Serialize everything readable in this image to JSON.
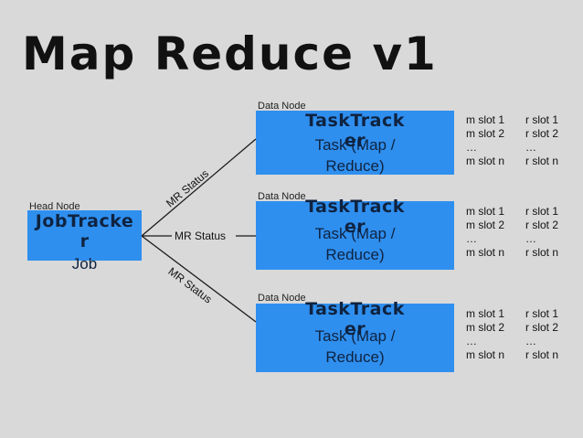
{
  "title": "Map Reduce v1",
  "head_node": {
    "label": "Head Node",
    "box_title": "JobTracke\nr",
    "box_sub": "Job"
  },
  "data_nodes": [
    {
      "label": "Data Node",
      "box_title": "TaskTrack\ner",
      "box_sub": "Task (Map /\nReduce)",
      "slots": [
        [
          "m slot 1",
          "r slot 1"
        ],
        [
          "m slot 2",
          "r slot 2"
        ],
        [
          "…",
          "…"
        ],
        [
          "m slot n",
          "r slot n"
        ]
      ]
    },
    {
      "label": "Data Node",
      "box_title": "TaskTrack\ner",
      "box_sub": "Task (Map /\nReduce)",
      "slots": [
        [
          "m slot 1",
          "r slot 1"
        ],
        [
          "m slot 2",
          "r slot 2"
        ],
        [
          "…",
          "…"
        ],
        [
          "m slot n",
          "r slot n"
        ]
      ]
    },
    {
      "label": "Data Node",
      "box_title": "TaskTrack\ner",
      "box_sub": "Task (Map /\nReduce)",
      "slots": [
        [
          "m slot 1",
          "r slot 1"
        ],
        [
          "m slot 2",
          "r slot 2"
        ],
        [
          "…",
          "…"
        ],
        [
          "m slot n",
          "r slot n"
        ]
      ]
    }
  ],
  "edges": [
    {
      "label": "MR Status"
    },
    {
      "label": "MR Status"
    },
    {
      "label": "MR Status"
    }
  ],
  "colors": {
    "box": "#2f8fef",
    "background": "#d9d9d9",
    "line": "#1a1a1a"
  }
}
